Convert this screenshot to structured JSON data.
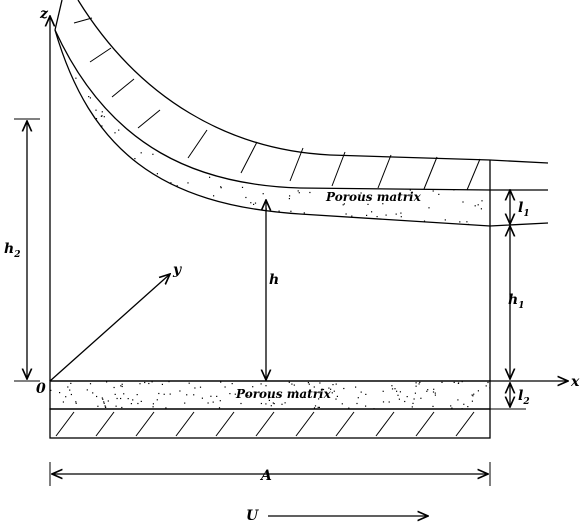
{
  "labels": {
    "z_axis": "z",
    "x_axis": "x",
    "y_axis": "y",
    "origin": "0",
    "h": "h",
    "h2": "h",
    "h2_sub": "2",
    "h1": "h",
    "h1_sub": "1",
    "l1": "l",
    "l1_sub": "1",
    "l2": "l",
    "l2_sub": "2",
    "A": "A",
    "U": "U"
  },
  "regions": {
    "upper_porous": "Porous matrix",
    "lower_porous": "Porous matrix"
  }
}
